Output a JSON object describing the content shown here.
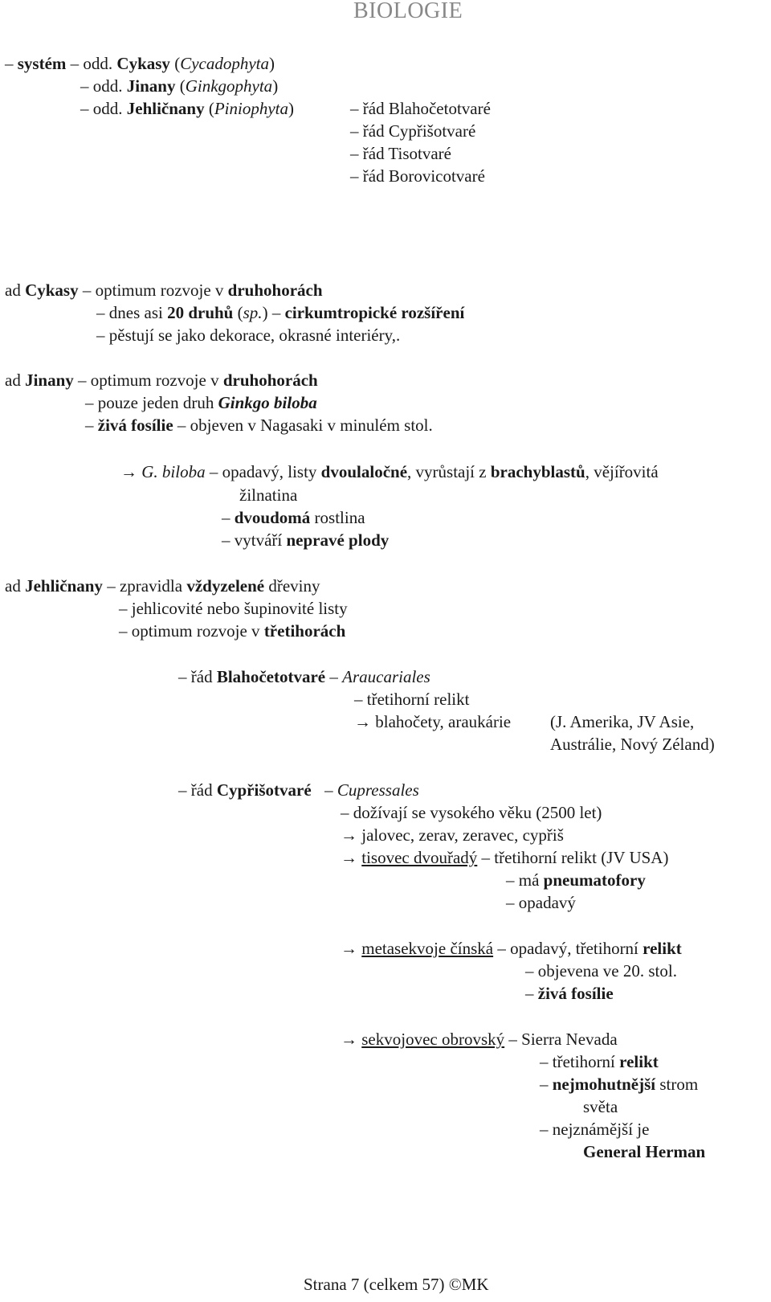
{
  "header": "BIOLOGIE",
  "footer": "Strana 7 (celkem 57) ©MK",
  "dash": "–",
  "arrow": "→",
  "system": {
    "label": "systém",
    "div1_prefix": "odd.",
    "div1_name": "Cykasy",
    "div1_latin": "Cycadophyta",
    "div2_prefix": "odd.",
    "div2_name": "Jinany",
    "div2_latin": "Ginkgophyta",
    "div3_prefix": "odd.",
    "div3_name": "Jehličnany",
    "div3_latin": "Piniophyta",
    "orders": [
      "řád Blahočetotvaré",
      "řád Cypřišotvaré",
      "řád Tisotvaré",
      "řád Borovicotvaré"
    ]
  },
  "cykasy": {
    "ad": "ad",
    "name": "Cykasy",
    "l1_text": "optimum rozvoje v",
    "l1_bold": "druhohorách",
    "l2_text": "dnes asi",
    "l2_bold": "20 druhů",
    "l2_open": "(",
    "l2_italic": "sp.",
    "l2_close": ")",
    "l2_bold2": "cirkumtropické rozšíření",
    "l3": "pěstují se jako dekorace, okrasné interiéry,."
  },
  "jinany": {
    "ad": "ad",
    "name": "Jinany",
    "l1_text": "optimum rozvoje v",
    "l1_bold": "druhohorách",
    "l2_text": "pouze jeden druh",
    "l2_species": "Ginkgo biloba",
    "l3_bold": "živá fosílie",
    "l3_text": "objeven v Nagasaki v minulém stol.",
    "g_name": "G. biloba",
    "g1_a": "opadavý, listy",
    "g1_b": "dvoulaločné",
    "g1_c": ", vyrůstají z",
    "g1_d": "brachyblastů",
    "g1_e": ", vějířovitá",
    "g1_cont": "žilnatina",
    "g2_bold": "dvoudomá",
    "g2_text": "rostlina",
    "g3_text": "vytváří",
    "g3_bold": "nepravé plody"
  },
  "jehlicnany": {
    "ad": "ad",
    "name": "Jehličnany",
    "l1_text": "zpravidla",
    "l1_bold": "vždyzelené",
    "l1_text2": "dřeviny",
    "l2": "jehlicovité nebo šupinovité listy",
    "l3_text": "optimum rozvoje v",
    "l3_bold": "třetihorách"
  },
  "blahocet": {
    "rad": "řád",
    "name": "Blahočetotvaré",
    "latin": "Araucariales",
    "l1": "třetihorní relikt",
    "l2": "blahočety, araukárie",
    "l2_geo": "(J. Amerika, JV Asie,",
    "l2_geo_cont": "Austrálie, Nový Zéland)"
  },
  "cyprisot": {
    "rad": "řád",
    "name": "Cypřišotvaré",
    "latin": "Cupressales",
    "l1": "dožívají se vysokého věku (2500 let)",
    "l2": "jalovec, zerav, zeravec, cypřiš",
    "tisovec": "tisovec dvouřadý",
    "tisovec_text": "třetihorní relikt (JV USA)",
    "tisovec_2_text": "má",
    "tisovec_2_bold": "pneumatofory",
    "tisovec_3": "opadavý",
    "meta": "metasekvoje čínská",
    "meta_text": "opadavý, třetihorní",
    "meta_bold": "relikt",
    "meta_2": "objevena ve 20. stol.",
    "meta_3": "živá fosílie",
    "sek": "sekvojovec obrovský",
    "sek_text": "Sierra Nevada",
    "sek_2_text": "třetihorní",
    "sek_2_bold": "relikt",
    "sek_3_bold": "nejmohutnější",
    "sek_3_text": "strom",
    "sek_3_cont": "světa",
    "sek_4": "nejznámější je",
    "sek_5": "General Herman"
  }
}
